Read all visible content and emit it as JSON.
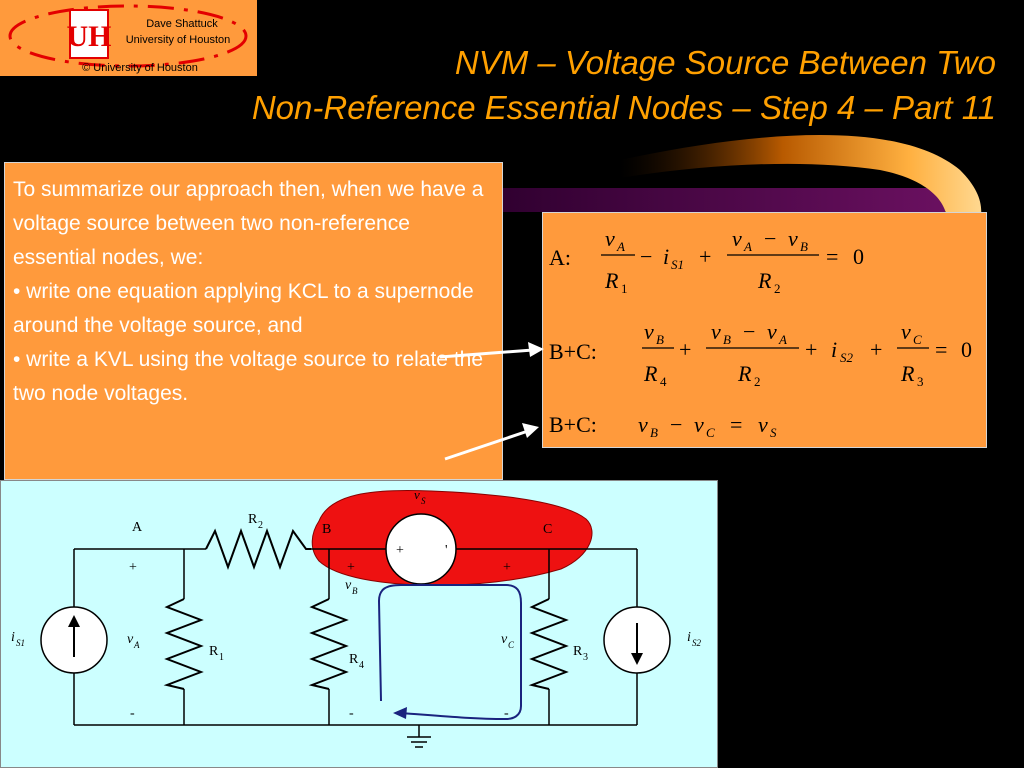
{
  "logo": {
    "author": "Dave Shattuck",
    "university": "University of Houston",
    "copyright": "© University of Houston",
    "emblem_letters": "UH"
  },
  "title": {
    "line1": "NVM – Voltage Source Between Two",
    "line2": "Non-Reference Essential Nodes – Step 4 – Part 11"
  },
  "summary": {
    "intro": "To summarize our approach then, when we have a voltage source between two non-reference essential nodes, we:",
    "bullet1": "• write one equation applying KCL to a supernode around the voltage source, and",
    "bullet2": "• write a KVL using the voltage source to relate the two node voltages."
  },
  "equations": {
    "labels": [
      "A:",
      "B+C:",
      "B+C:"
    ],
    "eq1": {
      "t1_num": "v",
      "t1_num_sub": "A",
      "t1_den": "R",
      "t1_den_sub": "1",
      "op1": "−",
      "t2": "i",
      "t2_sub": "S1",
      "op2": "+",
      "t3_num_a": "v",
      "t3_num_a_sub": "A",
      "t3_minus": "−",
      "t3_num_b": "v",
      "t3_num_b_sub": "B",
      "t3_den": "R",
      "t3_den_sub": "2",
      "eq": "=",
      "rhs": "0"
    },
    "eq2": {
      "t1_num": "v",
      "t1_num_sub": "B",
      "t1_den": "R",
      "t1_den_sub": "4",
      "op1": "+",
      "t2_num_a": "v",
      "t2_num_a_sub": "B",
      "t2_minus": "−",
      "t2_num_b": "v",
      "t2_num_b_sub": "A",
      "t2_den": "R",
      "t2_den_sub": "2",
      "op2": "+",
      "t3": "i",
      "t3_sub": "S2",
      "op3": "+",
      "t4_num": "v",
      "t4_num_sub": "C",
      "t4_den": "R",
      "t4_den_sub": "3",
      "eq": "=",
      "rhs": "0"
    },
    "eq3": {
      "a": "v",
      "a_sub": "B",
      "minus": "−",
      "b": "v",
      "b_sub": "C",
      "eq": "=",
      "c": "v",
      "c_sub": "S"
    }
  },
  "circuit": {
    "node_A": "A",
    "node_B": "B",
    "node_C": "C",
    "R1": "R",
    "R1_sub": "1",
    "R2": "R",
    "R2_sub": "2",
    "R3": "R",
    "R3_sub": "3",
    "R4": "R",
    "R4_sub": "4",
    "vS": "v",
    "vS_sub": "S",
    "iS1": "i",
    "iS1_sub": "S1",
    "iS2": "i",
    "iS2_sub": "S2",
    "vA": "v",
    "vA_sub": "A",
    "vB": "v",
    "vB_sub": "B",
    "vC": "v",
    "vC_sub": "C",
    "plus": "+",
    "minus": "-",
    "source_plus": "+",
    "source_minus": "'"
  },
  "colors": {
    "background": "#000000",
    "panel_orange": "#FF9A3C",
    "title_orange": "#FFA000",
    "circuit_bg": "#CCFFFF",
    "supernode_red": "#EE1111",
    "kvl_loop_blue": "#1A237E"
  }
}
